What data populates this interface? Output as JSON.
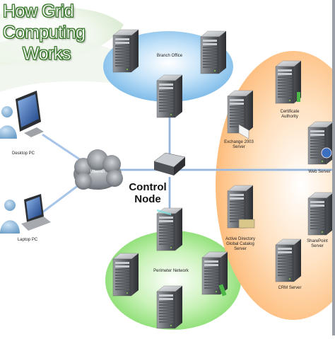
{
  "title": {
    "line1": "How Grid",
    "line2": "Computing",
    "line3": "Works"
  },
  "control_node": {
    "line1": "Control",
    "line2": "Node"
  },
  "cloud_label": "Internet",
  "labels": {
    "branch_office": "Branch Office",
    "desktop_pc": "Desktop PC",
    "laptop_pc": "Laptop PC",
    "perimeter_network": "Perimeter Network",
    "certificate_authority_l1": "Certificate",
    "certificate_authority_l2": "Authority",
    "exchange_l1": "Exchange 2003",
    "exchange_l2": "Server",
    "web_server": "Web Server",
    "ad_l1": "Active Directory",
    "ad_l2": "Global Catalog",
    "ad_l3": "Server",
    "sharepoint_l1": "SharePoint",
    "sharepoint_l2": "Server",
    "crm_server": "CRM Server"
  },
  "colors": {
    "branch_zone": "#8cc4ee",
    "perimeter_zone": "#8fe17a",
    "server_zone": "#fdc083",
    "title_green": "#3a7a2a",
    "link_color": "#a8c4e8"
  }
}
